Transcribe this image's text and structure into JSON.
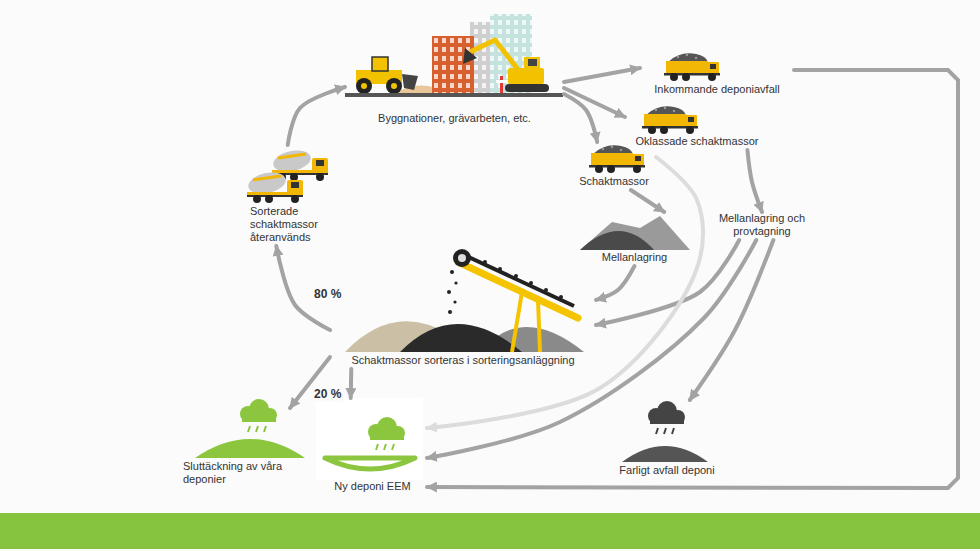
{
  "diagram": {
    "nodes": [
      {
        "text": [
          "Byggnationer, grävarbeten, etc."
        ]
      },
      {
        "text": [
          "Inkommande deponiavfall"
        ]
      },
      {
        "text": [
          "Oklassade schaktmassor"
        ]
      },
      {
        "text": [
          "Schaktmassor"
        ]
      },
      {
        "text": [
          "Mellanlagring"
        ]
      },
      {
        "text": [
          "Mellanlagring och provtagning"
        ]
      },
      {
        "text": [
          "Schaktmassor sorteras i sorteringsanläggning"
        ]
      },
      {
        "text": [
          "Sorterade schaktmassor återanvänds"
        ]
      },
      {
        "text": [
          "Sluttäckning av våra deponier"
        ]
      },
      {
        "text": [
          "Ny deponi EEM"
        ]
      },
      {
        "text": [
          "Farligt avfall deponi"
        ]
      }
    ],
    "edges": [
      {
        "from": 7,
        "to": 0,
        "arrow": "to"
      },
      {
        "from": 0,
        "to": 1,
        "arrow": "to"
      },
      {
        "from": 0,
        "to": 2,
        "arrow": "to"
      },
      {
        "from": 0,
        "to": 3,
        "arrow": "to"
      },
      {
        "from": 2,
        "to": 5,
        "arrow": "to"
      },
      {
        "from": 3,
        "to": 4,
        "arrow": "to"
      },
      {
        "from": 4,
        "to": 6,
        "arrow": "to"
      },
      {
        "from": 5,
        "to": 6,
        "arrow": "to"
      },
      {
        "from": 5,
        "to": 10,
        "arrow": "to"
      },
      {
        "from": 5,
        "to": 9,
        "arrow": "to"
      },
      {
        "from": 3,
        "to": 9,
        "arrow": "to"
      },
      {
        "from": 1,
        "to": 9,
        "arrow": "to"
      },
      {
        "from": 6,
        "to": 7,
        "label": "80 %",
        "arrow": "to"
      },
      {
        "from": 6,
        "to": 9,
        "label": "20 %",
        "arrow": "to"
      },
      {
        "from": 6,
        "to": 8,
        "arrow": "to"
      }
    ]
  }
}
